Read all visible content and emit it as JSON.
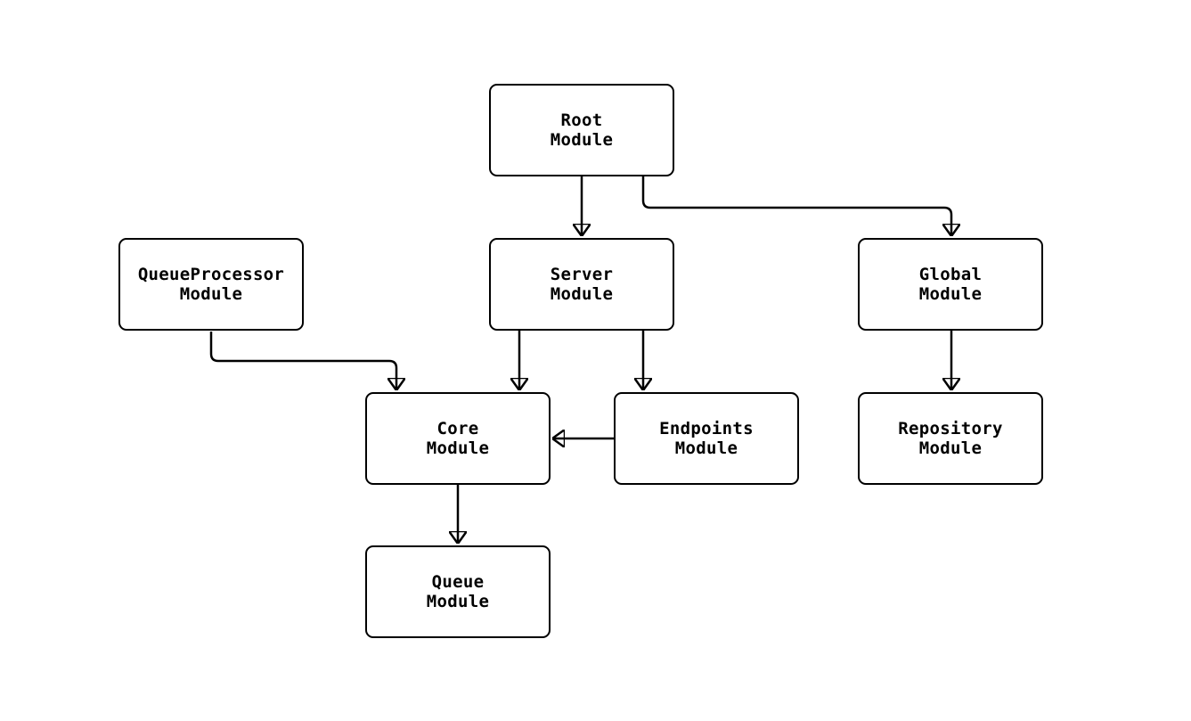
{
  "diagram": {
    "type": "module-dependency-graph",
    "background_color": "#ffffff",
    "line_color": "#000000",
    "node_fill": "#ffffff",
    "nodes": {
      "root": {
        "label": "Root\nModule"
      },
      "queueprocessor": {
        "label": "QueueProcessor\nModule"
      },
      "server": {
        "label": "Server\nModule"
      },
      "global": {
        "label": "Global\nModule"
      },
      "core": {
        "label": "Core\nModule"
      },
      "endpoints": {
        "label": "Endpoints\nModule"
      },
      "repository": {
        "label": "Repository\nModule"
      },
      "queue": {
        "label": "Queue\nModule"
      }
    },
    "edges": [
      {
        "from": "root",
        "to": "server"
      },
      {
        "from": "root",
        "to": "global"
      },
      {
        "from": "queueprocessor",
        "to": "core"
      },
      {
        "from": "server",
        "to": "core"
      },
      {
        "from": "server",
        "to": "endpoints"
      },
      {
        "from": "endpoints",
        "to": "core"
      },
      {
        "from": "global",
        "to": "repository"
      },
      {
        "from": "core",
        "to": "queue"
      }
    ]
  }
}
